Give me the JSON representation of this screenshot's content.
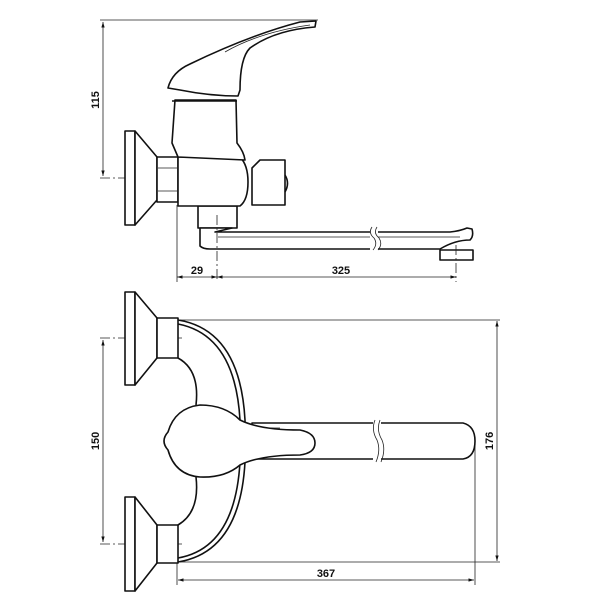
{
  "side_view": {
    "height_dimension": "115",
    "offset_dimension": "29",
    "spout_length_dimension": "325"
  },
  "top_view": {
    "inlet_spacing_dimension": "150",
    "overall_width_dimension": "176",
    "overall_depth_dimension": "367"
  },
  "colors": {
    "line": "#111111",
    "background": "#ffffff"
  }
}
